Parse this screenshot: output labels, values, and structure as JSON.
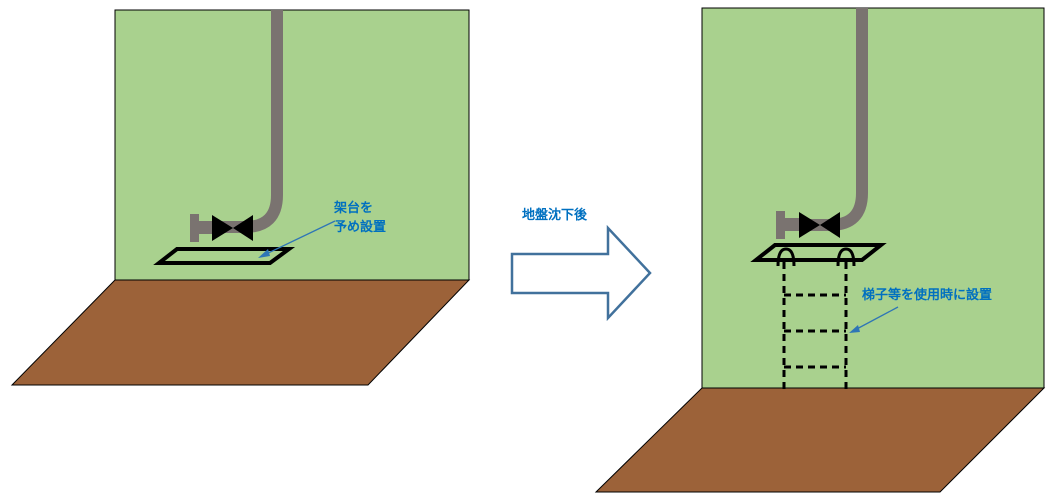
{
  "labels": {
    "before_line1": "架台を",
    "before_line2": "予め設置",
    "arrow_caption": "地盤沈下後",
    "after_caption": "梯子等を使用時に設置"
  },
  "colors": {
    "wall": "#a9d18e",
    "ground": "#9c6239",
    "pipe": "#7a7370",
    "label_text": "#0070c0",
    "arrow_outline": "#41719c",
    "pointer": "#2e75b6",
    "outline": "#000000"
  },
  "icons": {
    "valve": "gate-valve-icon",
    "arrow": "block-arrow-right-icon",
    "support": "pipe-support-frame",
    "ladder": "ladder-dashed"
  }
}
